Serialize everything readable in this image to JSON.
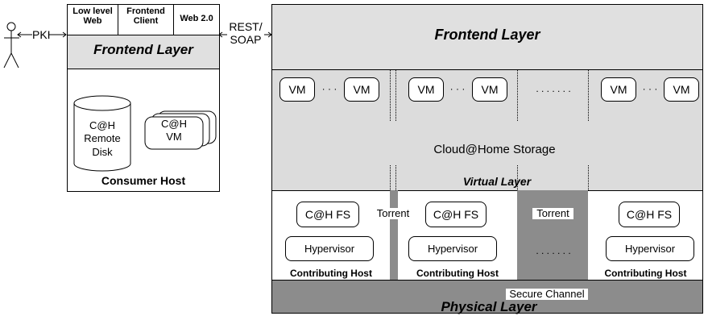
{
  "user": {
    "pki_label": "PKI"
  },
  "consumer": {
    "tabs": [
      "Low level Web",
      "Frontend Client",
      "Web 2.0"
    ],
    "frontend_label": "Frontend Layer",
    "remote_disk_label": "C@H Remote Disk",
    "vm_label": "C@H VM",
    "host_label": "Consumer Host"
  },
  "link": {
    "rest_soap_label": "REST/ SOAP"
  },
  "cloud": {
    "frontend_label": "Frontend Layer",
    "vm_label": "VM",
    "ellipsis": "· · ·",
    "col_ellipsis": ". . . . . . .",
    "storage_label": "Cloud@Home Storage",
    "virtual_label": "Virtual Layer",
    "fs_label": "C@H FS",
    "torrent_label": "Torrent",
    "hypervisor_label": "Hypervisor",
    "host_label": "Contributing Host",
    "secure_channel_label": "Secure Channel",
    "physical_label": "Physical Layer"
  }
}
